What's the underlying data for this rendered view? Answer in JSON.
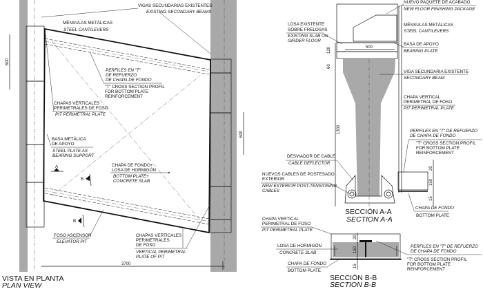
{
  "plan": {
    "title": "VISTA EN PLANTA",
    "subtitle": "PLAN VIEW",
    "vigas": [
      "VIGAS SECUNDARIAS EXISTENTES",
      "EXISTING SECONDARY BEAMS"
    ],
    "mensulas": [
      "MÉNSULAS METÁLICAS",
      "STEEL CANTILEVERS"
    ],
    "perfiles_es": [
      "PERFILES EN \"T\"",
      "DE REFUERZO",
      "DE CHAPA DE FONDO"
    ],
    "perfiles_en": [
      "\"T\" CROSS SECTION PROFIL",
      "FOR BOTTOM PLATE",
      "REINFORCEMENT"
    ],
    "chapas_es": [
      "CHAPAS VERTICALES",
      "PERIMETRALES DE FOSO"
    ],
    "chapas_en": [
      "PIT PERIMETRAL PLATE"
    ],
    "basa_es": [
      "BASA METÁLICA",
      "DE APOYO"
    ],
    "basa_en": [
      "STEEL PLATE AS",
      "BEARING SUPPORT"
    ],
    "chapa_fondo_es": [
      "CHAPA DE FONDO+",
      "LOSA DE HORMIGÓN"
    ],
    "chapa_fondo_en": [
      "BOTTOM PLATE+",
      "CONCRETE SLAB"
    ],
    "foso": [
      "FOSO ASCENSOR",
      "ELEVATOR PIT"
    ],
    "chapas2_es": [
      "CHAPAS VERTICALES",
      "PERIMETRALES",
      "DE FOSO"
    ],
    "chapas2_en": [
      "VERTICAL PERIMETRAL",
      "PLATE OF PIT"
    ],
    "section_a": "A",
    "section_b": "B",
    "dims": {
      "left": "600",
      "right": "600",
      "bottom": "3700"
    }
  },
  "section_aa": {
    "title": "SECCIÓN A-A",
    "subtitle": "SECTION A-A",
    "nuevo": [
      "NUEVO PAQUETE DE ACABADO",
      "NEW FLOOR FINISHING PACKAGE"
    ],
    "losa_es": [
      "LOSA EXISTENTE",
      "SOBRE FRELOSAS"
    ],
    "losa_en": [
      "EXISTING SLAB ON",
      "GIRDER FLOOR"
    ],
    "mensulas": [
      "MÉNSULAS METÁLICAS",
      "STEEL CANTILEVERS"
    ],
    "basa": [
      "BASA DE APOYO",
      "BEARING PLATE"
    ],
    "viga": [
      "VIGA SECUNDARIA EXISTENTE",
      "SECONDARY BEAM"
    ],
    "chapa_vert": [
      "CHAPA VERTICAL",
      "PERIMETRAL DE FOSO",
      "PIT PERIMETRAL PLATE"
    ],
    "perfiles_es": [
      "PERFILES EN \"T\" DE REFUERZO",
      "DE CHAPA DE FONDO"
    ],
    "perfiles_en": [
      "\"T\" CROSS SECTION PROFIL",
      "FOR BOTTOM PLATE",
      "REINFORCEMENT"
    ],
    "desviador": [
      "DESVIADOR DE CABLE",
      "CABLE DEFLECTOR"
    ],
    "cables_es": [
      "NUEVOS CABLES DE POSTESADO",
      "EXTERIOR"
    ],
    "cables_en": [
      "NEW EXTERIOR POST-TENSIONING",
      "CABLES"
    ],
    "chapa_fondo": [
      "CHAPA DE FONDO",
      "BOTTOM PLATE"
    ],
    "dims": {
      "w500": "500",
      "h120": "120",
      "h60": "60",
      "h1300": "1300",
      "d20": "20",
      "d150": "150",
      "d15": "15"
    }
  },
  "section_bb": {
    "title": "SECCIÓN B-B",
    "subtitle": "SECTION B-B",
    "chapa_vert": [
      "CHAPA VERTICAL",
      "PERIMETRAL DE FOSO",
      "PIT PERIMETRAL PLATE"
    ],
    "losa": [
      "LOSA DE HORMIGÓN",
      "CONCRETE SLAB"
    ],
    "chapa_fondo": [
      "CHAPA DE FONDO",
      "BOTTOM PLATE"
    ],
    "perfiles_es": [
      "PERFILES EN \"T\" DE REFUERZO",
      "DE CHAPA DE FONDO"
    ],
    "perfiles_en": [
      "\"T\" CROSS SECTION PROFIL",
      "FOR BOTTOM PLATE",
      "REINFORCEMENT"
    ],
    "dims": {
      "d20": "20",
      "d150": "150",
      "d15": "15"
    }
  }
}
